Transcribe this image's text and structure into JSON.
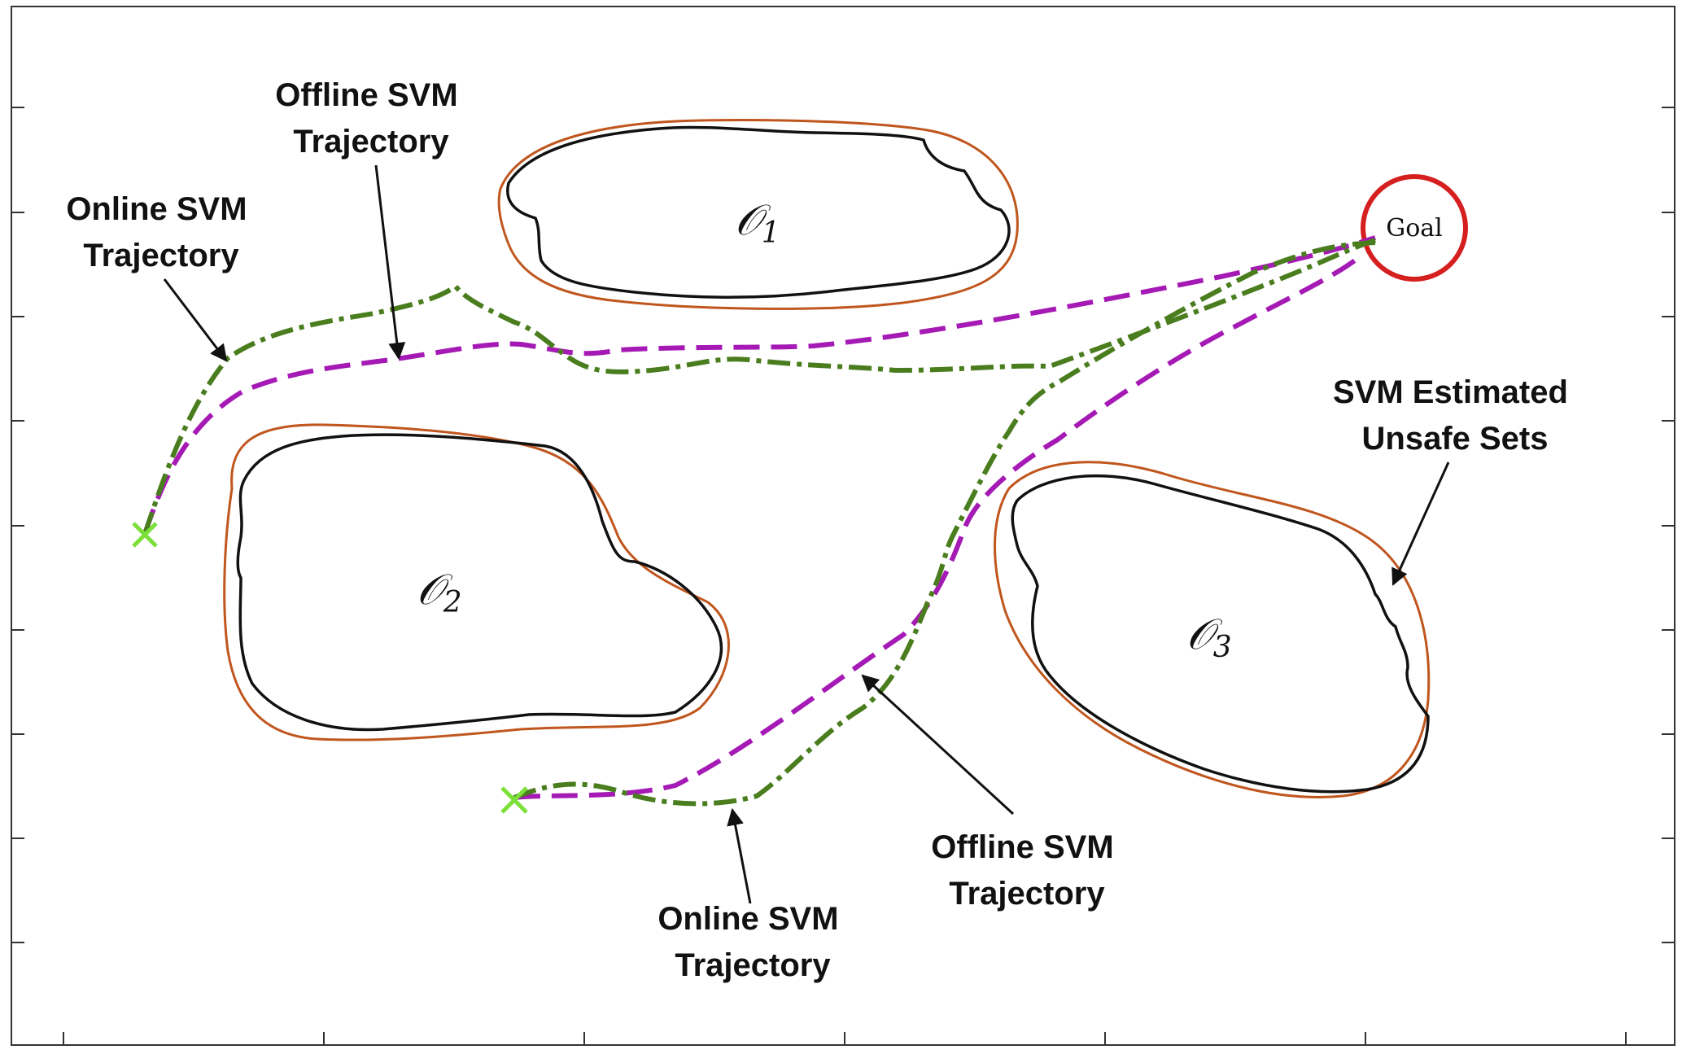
{
  "obstacles": [
    {
      "letter": "𝒪",
      "sub": "1"
    },
    {
      "letter": "𝒪",
      "sub": "2"
    },
    {
      "letter": "𝒪",
      "sub": "3"
    }
  ],
  "goal": {
    "label": "Goal"
  },
  "annotations": {
    "offline_top": {
      "line1": "Offline SVM",
      "line2": "Trajectory"
    },
    "online_top": {
      "line1": "Online SVM",
      "line2": "Trajectory"
    },
    "svm_sets": {
      "line1": "SVM Estimated",
      "line2": "Unsafe Sets"
    },
    "offline_bottom": {
      "line1": "Offline SVM",
      "line2": "Trajectory"
    },
    "online_bottom": {
      "line1": "Online SVM",
      "line2": "Trajectory"
    }
  },
  "colors": {
    "obstacle_true": "#111111",
    "svm_estimate": "#c0561e",
    "offline_trajectory": "#a51ab5",
    "online_trajectory": "#4a7d1e",
    "goal": "#d61f1f",
    "start_marker": "#7be03a"
  }
}
